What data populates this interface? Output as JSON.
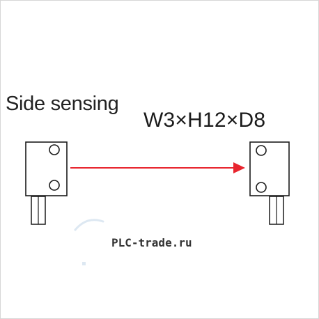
{
  "left_label": "Side sensing",
  "right_label": "W3×H12×D8",
  "watermark": "PLC-trade.ru",
  "colors": {
    "beam": "#e8252e",
    "outline": "#1a1a1a",
    "watermark_arc": "#dde8f2"
  },
  "icons": [
    "emitter-sensor",
    "receiver-sensor",
    "beam-arrow"
  ]
}
